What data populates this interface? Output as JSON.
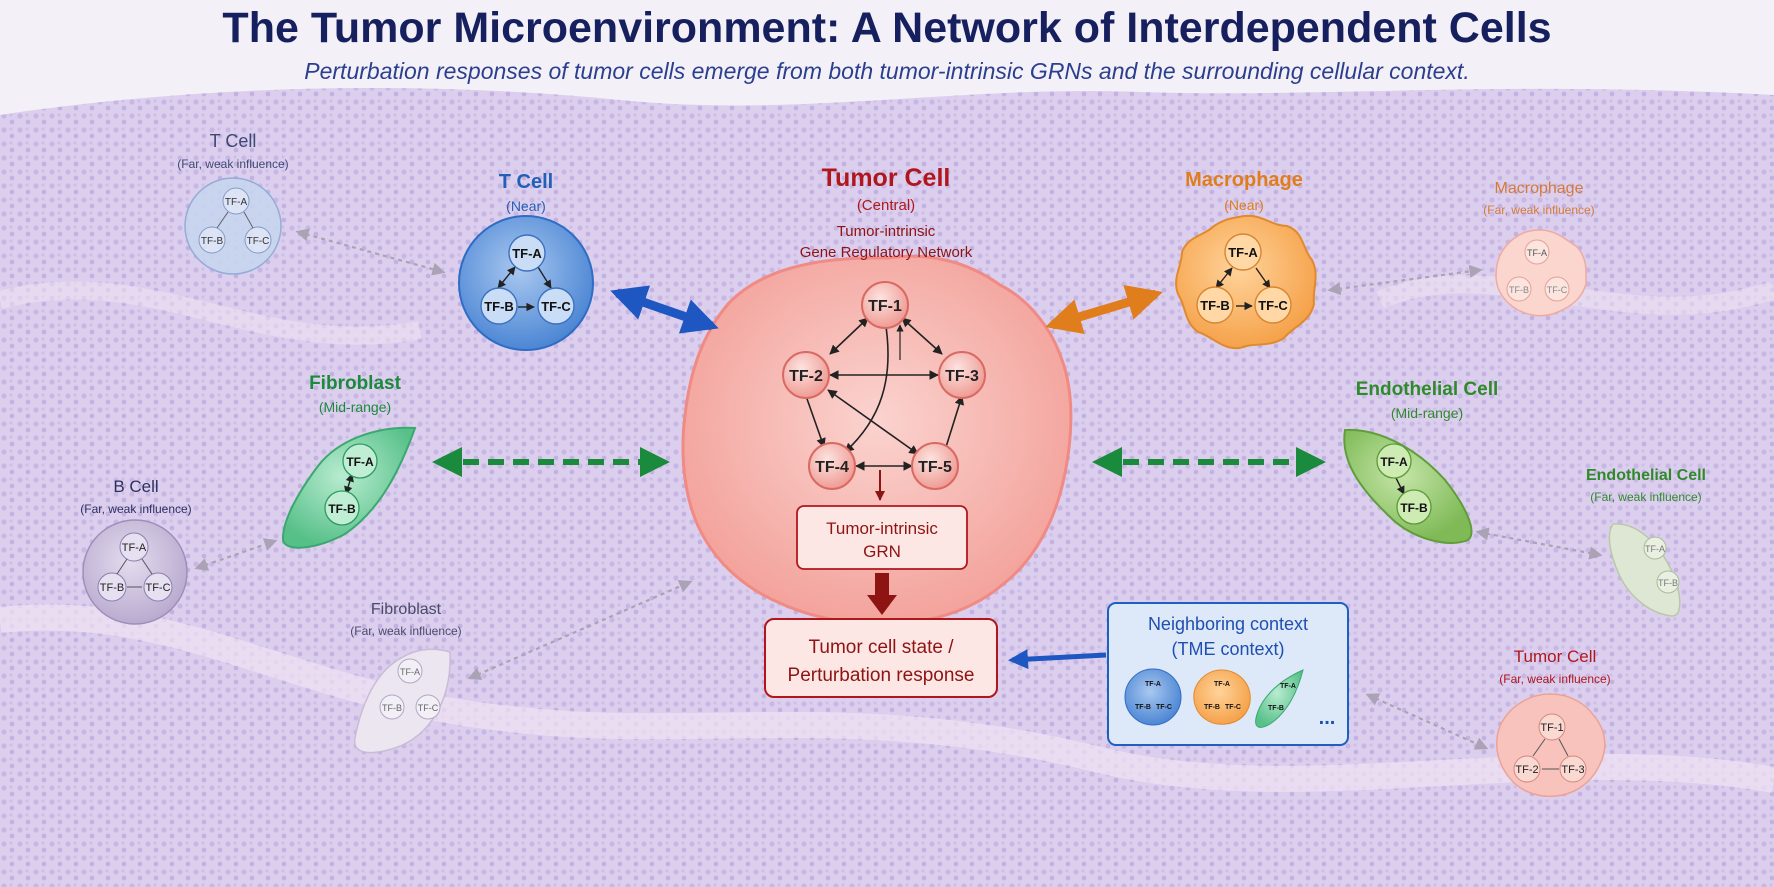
{
  "title": "The Tumor Microenvironment: A Network of Interdependent Cells",
  "subtitle": "Perturbation responses of tumor cells emerge from both tumor-intrinsic GRNs and the surrounding cellular context.",
  "colors": {
    "background_tissue": "#dcd0ef",
    "tumor": "#b0171c",
    "t_cell": "#2260b8",
    "macrophage": "#e07d1c",
    "fibroblast": "#1a8a3c",
    "endothelial": "#2f8a2a",
    "b_cell": "#3a3560",
    "context_box": "#1f5fc0"
  },
  "central": {
    "name": "Tumor Cell",
    "role": "(Central)",
    "grn_line1": "Tumor-intrinsic",
    "grn_line2": "Gene Regulatory Network",
    "nodes": [
      "TF-1",
      "TF-2",
      "TF-3",
      "TF-4",
      "TF-5"
    ],
    "box1_line1": "Tumor-intrinsic",
    "box1_line2": "GRN",
    "box2_line1": "Tumor cell state /",
    "box2_line2": "Perturbation response"
  },
  "near_cells": {
    "t_cell": {
      "name": "T Cell",
      "dist": "(Near)",
      "tfs": [
        "TF-A",
        "TF-B",
        "TF-C"
      ]
    },
    "macrophage": {
      "name": "Macrophage",
      "dist": "(Near)",
      "tfs": [
        "TF-A",
        "TF-B",
        "TF-C"
      ]
    },
    "fibroblast": {
      "name": "Fibroblast",
      "dist": "(Mid-range)",
      "tfs": [
        "TF-A",
        "TF-B"
      ]
    },
    "endothelial": {
      "name": "Endothelial Cell",
      "dist": "(Mid-range)",
      "tfs": [
        "TF-A",
        "TF-B"
      ]
    }
  },
  "far_cells": {
    "t_cell": {
      "name": "T Cell",
      "dist": "(Far, weak influence)",
      "tfs": [
        "TF-A",
        "TF-B",
        "TF-C"
      ]
    },
    "b_cell": {
      "name": "B Cell",
      "dist": "(Far, weak influence)",
      "tfs": [
        "TF-A",
        "TF-B",
        "TF-C"
      ]
    },
    "fibroblast": {
      "name": "Fibroblast",
      "dist": "(Far, weak influence)",
      "tfs": [
        "TF-A",
        "TF-B",
        "TF-C"
      ]
    },
    "macrophage": {
      "name": "Macrophage",
      "dist": "(Far, weak influence)",
      "tfs": [
        "TF-A",
        "TF-B",
        "TF-C"
      ]
    },
    "endothelial": {
      "name": "Endothelial Cell",
      "dist": "(Far, weak influence)",
      "tfs": [
        "TF-A",
        "TF-B"
      ]
    },
    "tumor": {
      "name": "Tumor Cell",
      "dist": "(Far, weak influence)",
      "tfs": [
        "TF-1",
        "TF-2",
        "TF-3"
      ]
    }
  },
  "context": {
    "line1": "Neighboring context",
    "line2": "(TME context)",
    "ellipsis": "...",
    "mini_a": "TF-A",
    "mini_b": "TF-B",
    "mini_c": "TF-C"
  }
}
